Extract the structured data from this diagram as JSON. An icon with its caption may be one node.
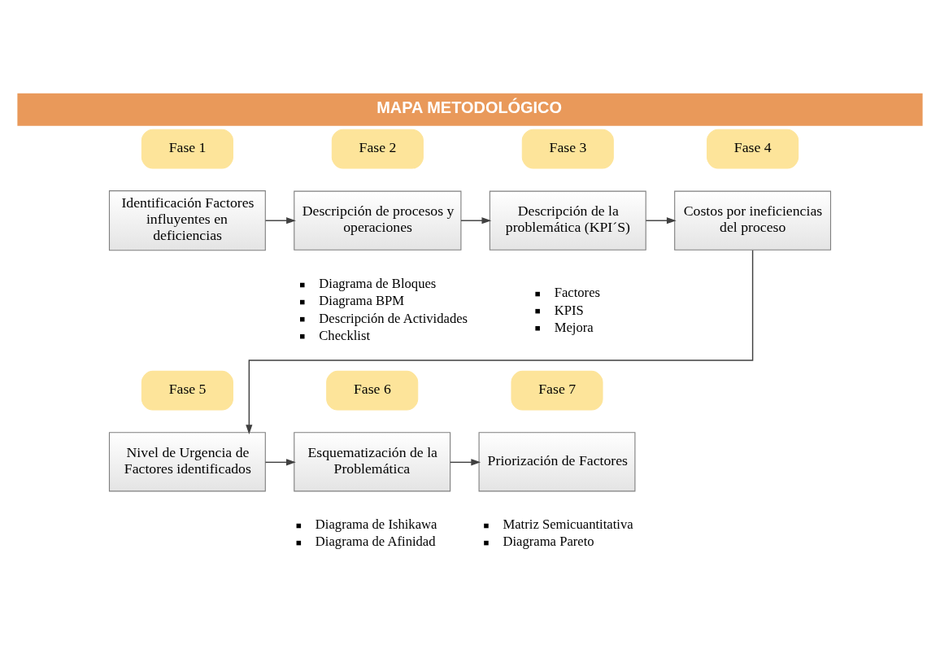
{
  "diagram": {
    "title": "MAPA METODOLÓGICO",
    "nodes": [
      {
        "text": [
          "Fase 1"
        ]
      },
      {
        "text": [
          "Fase 2"
        ]
      },
      {
        "text": [
          "Fase 3"
        ]
      },
      {
        "text": [
          "Fase 4"
        ]
      },
      {
        "text": [
          "Identificación Factores influyentes en deficiencias"
        ]
      },
      {
        "text": [
          "Descripción de procesos y operaciones"
        ],
        "beside": [
          "Diagrama de Bloques",
          "Diagrama BPM",
          "Descripción de Actividades",
          "Checklist"
        ]
      },
      {
        "text": [
          "Descripción de la problemática (KPI´S)"
        ],
        "beside": [
          "Factores",
          "KPIS",
          "Mejora"
        ]
      },
      {
        "text": [
          "Costos por ineficiencias del proceso"
        ]
      },
      {
        "text": [
          "Fase 5"
        ]
      },
      {
        "text": [
          "Fase 6"
        ]
      },
      {
        "text": [
          "Fase 7"
        ]
      },
      {
        "text": [
          "Nivel de Urgencia de Factores identificados"
        ]
      },
      {
        "text": [
          "Esquematización de la Problemática"
        ],
        "beside": [
          "Diagrama de Ishikawa",
          "Diagrama de Afinidad"
        ]
      },
      {
        "text": [
          "Priorización de Factores"
        ],
        "beside": [
          "Matriz Semicuantitativa",
          "Diagrama Pareto"
        ]
      }
    ],
    "edges": [
      {
        "from": 4,
        "to": 5,
        "arrow": "to"
      },
      {
        "from": 5,
        "to": 6,
        "arrow": "to"
      },
      {
        "from": 6,
        "to": 7,
        "arrow": "to"
      },
      {
        "from": 7,
        "to": 11,
        "arrow": "to"
      },
      {
        "from": 11,
        "to": 12,
        "arrow": "to"
      },
      {
        "from": 12,
        "to": 13,
        "arrow": "to"
      }
    ]
  }
}
